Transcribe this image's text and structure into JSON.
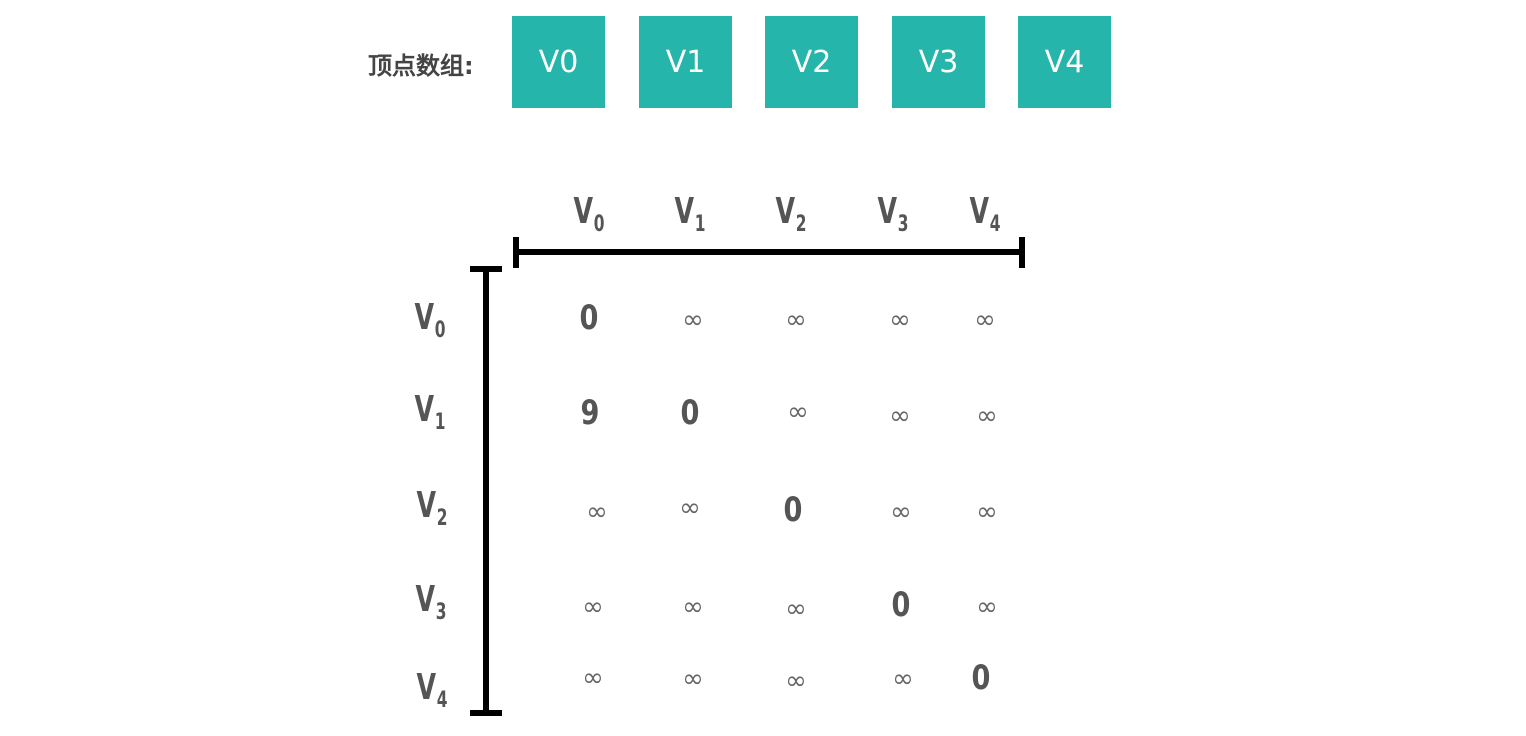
{
  "vertex_array": {
    "label": "顶点数组:",
    "items": [
      "V0",
      "V1",
      "V2",
      "V3",
      "V4"
    ],
    "box_color": "#26b5aa"
  },
  "matrix": {
    "column_headers": [
      {
        "base": "V",
        "sub": "0"
      },
      {
        "base": "V",
        "sub": "1"
      },
      {
        "base": "V",
        "sub": "2"
      },
      {
        "base": "V",
        "sub": "3"
      },
      {
        "base": "V",
        "sub": "4"
      }
    ],
    "row_headers": [
      {
        "base": "V",
        "sub": "0"
      },
      {
        "base": "V",
        "sub": "1"
      },
      {
        "base": "V",
        "sub": "2"
      },
      {
        "base": "V",
        "sub": "3"
      },
      {
        "base": "V",
        "sub": "4"
      }
    ],
    "rows": [
      [
        "0",
        "∞",
        "∞",
        "∞",
        "∞"
      ],
      [
        "9",
        "0",
        "∞",
        "∞",
        "∞"
      ],
      [
        "∞",
        "∞",
        "0",
        "∞",
        "∞"
      ],
      [
        "∞",
        "∞",
        "∞",
        "0",
        "∞"
      ],
      [
        "∞",
        "∞",
        "∞",
        "∞",
        "0"
      ]
    ]
  }
}
